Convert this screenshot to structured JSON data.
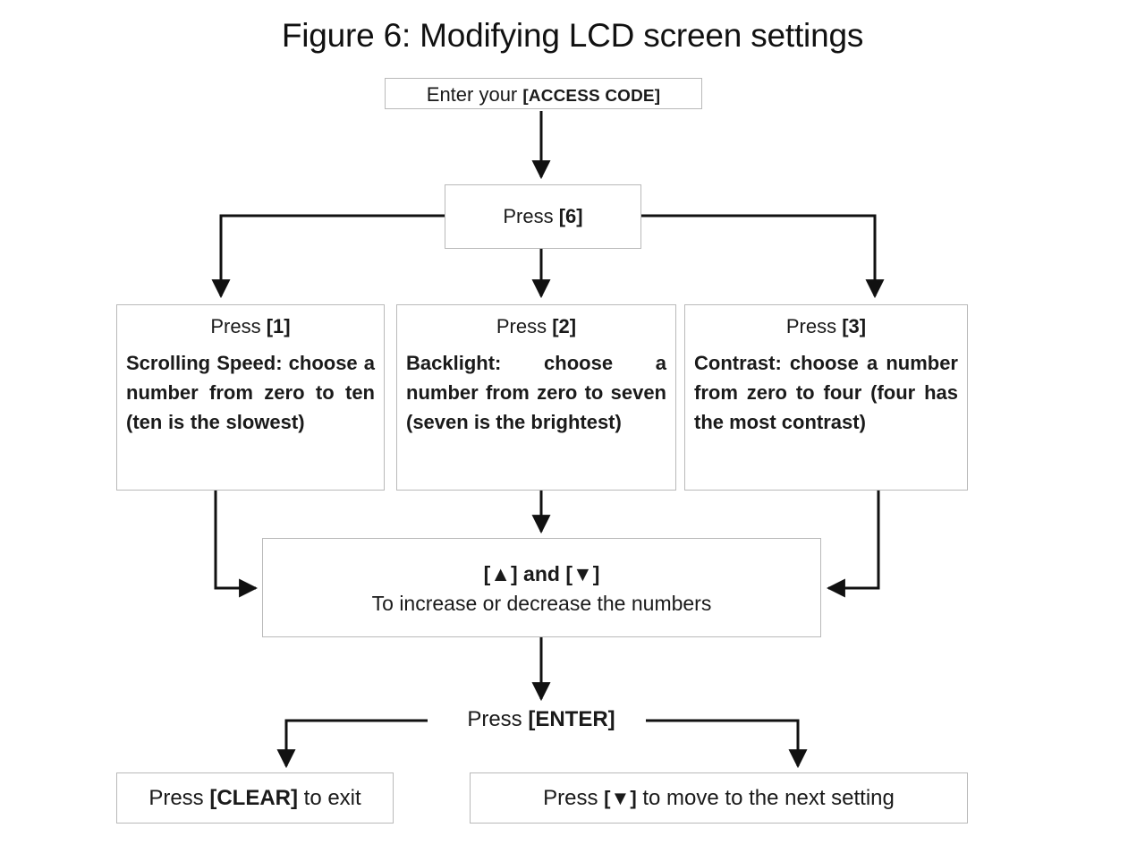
{
  "figure": {
    "title": "Figure 6: Modifying LCD screen settings",
    "domain": "flowchart-diagram"
  },
  "nodes": {
    "access": {
      "name": "enter-access-code",
      "text": "Enter your [ACCESS CODE]",
      "prefix": "Enter your ",
      "key": "[ACCESS CODE]"
    },
    "press6": {
      "name": "press-6",
      "text": "Press [6]",
      "prefix": "Press ",
      "key": "[6]"
    },
    "opt1": {
      "name": "press-1-scrolling-speed",
      "head_prefix": "Press ",
      "head_key": "[1]",
      "head": "Press [1]",
      "body": "Scrolling Speed: choose a number from zero to ten (ten is the slowest)"
    },
    "opt2": {
      "name": "press-2-backlight",
      "head_prefix": "Press ",
      "head_key": "[2]",
      "head": "Press [2]",
      "body": "Backlight: choose a number from zero to seven (seven is the brightest)"
    },
    "opt3": {
      "name": "press-3-contrast",
      "head_prefix": "Press ",
      "head_key": "[3]",
      "head": "Press [3]",
      "body": "Contrast: choose a number from zero to four (four has the most contrast)"
    },
    "updown": {
      "name": "up-down-keys",
      "line1": "[▲] and [▼]",
      "line2": "To increase or decrease the numbers"
    },
    "enter": {
      "name": "press-enter",
      "text": "Press [ENTER]",
      "prefix": "Press ",
      "key": "[ENTER]"
    },
    "clear": {
      "name": "press-clear-to-exit",
      "text": "Press [CLEAR] to exit",
      "prefix": "Press ",
      "key": "[CLEAR]",
      "suffix": " to exit"
    },
    "next": {
      "name": "press-down-next-setting",
      "text": "Press [▼] to move to the next setting",
      "prefix": "Press ",
      "key": "[▼]",
      "suffix": " to move to the next setting"
    }
  },
  "edges": [
    {
      "name": "access-to-press6",
      "from": "access",
      "to": "press6",
      "style": "straight-down"
    },
    {
      "name": "press6-to-opt1",
      "from": "press6",
      "to": "opt1",
      "style": "elbow-left"
    },
    {
      "name": "press6-to-opt2",
      "from": "press6",
      "to": "opt2",
      "style": "straight-down"
    },
    {
      "name": "press6-to-opt3",
      "from": "press6",
      "to": "opt3",
      "style": "elbow-right"
    },
    {
      "name": "opt1-to-updown",
      "from": "opt1",
      "to": "updown",
      "style": "elbow-down-right"
    },
    {
      "name": "opt2-to-updown",
      "from": "opt2",
      "to": "updown",
      "style": "straight-down"
    },
    {
      "name": "opt3-to-updown",
      "from": "opt3",
      "to": "updown",
      "style": "elbow-down-left"
    },
    {
      "name": "updown-to-enter",
      "from": "updown",
      "to": "enter",
      "style": "straight-down"
    },
    {
      "name": "enter-to-clear",
      "from": "enter",
      "to": "clear",
      "style": "elbow-left"
    },
    {
      "name": "enter-to-next",
      "from": "enter",
      "to": "next",
      "style": "elbow-right"
    }
  ],
  "colors": {
    "background": "#ffffff",
    "box_border": "#b9b9b9",
    "connector": "#1a1a1a",
    "text": "#111111"
  }
}
